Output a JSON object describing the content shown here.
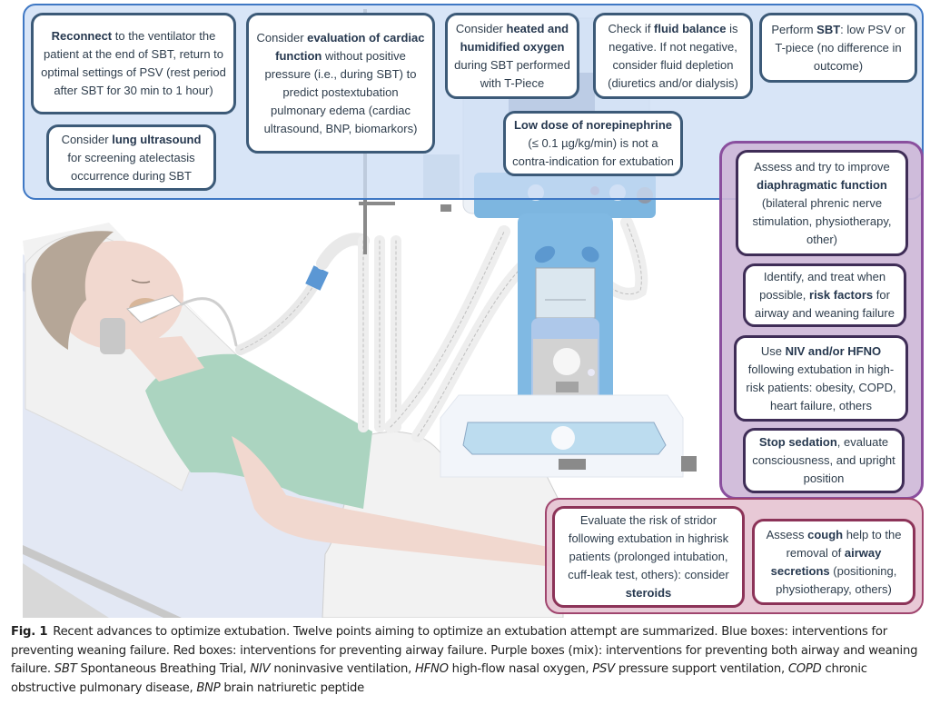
{
  "figure": {
    "groups": {
      "blue": {
        "meaning": "interventions for preventing weaning failure",
        "color": "#3f78c4"
      },
      "red": {
        "meaning": "interventions for preventing airway failure",
        "color": "#a0456e"
      },
      "purple": {
        "meaning": "interventions for preventing both airway and weaning failure",
        "color": "#8a4f9e"
      }
    },
    "boxes": {
      "reconnect": {
        "group": "blue",
        "parts": [
          [
            "b",
            "Reconnect"
          ],
          [
            "t",
            " to the ventilator the patient at the end of SBT, return to optimal settings of PSV (rest period after SBT for 30 min to 1 hour)"
          ]
        ]
      },
      "lung_ultrasound": {
        "group": "blue",
        "parts": [
          [
            "t",
            "Consider "
          ],
          [
            "b",
            "lung ultrasound"
          ],
          [
            "t",
            " for screening atelectasis occurrence during SBT"
          ]
        ]
      },
      "cardiac_function": {
        "group": "blue",
        "parts": [
          [
            "t",
            "Consider "
          ],
          [
            "b",
            "evaluation of cardiac function"
          ],
          [
            "t",
            " without positive pressure (i.e., during SBT) to predict postextubation pulmonary edema (cardiac ultrasound, BNP, biomarkors)"
          ]
        ]
      },
      "heated_oxygen": {
        "group": "blue",
        "parts": [
          [
            "t",
            "Consider "
          ],
          [
            "b",
            "heated and humidified oxygen"
          ],
          [
            "t",
            " during SBT performed with T-Piece"
          ]
        ]
      },
      "fluid_balance": {
        "group": "blue",
        "parts": [
          [
            "t",
            "Check if "
          ],
          [
            "b",
            "fluid balance"
          ],
          [
            "t",
            " is negative. If not negative, consider fluid depletion (diuretics and/or dialysis)"
          ]
        ]
      },
      "perform_sbt": {
        "group": "blue",
        "parts": [
          [
            "t",
            "Perform "
          ],
          [
            "b",
            "SBT"
          ],
          [
            "t",
            ": low PSV or T-piece (no difference in outcome)"
          ]
        ]
      },
      "norepinephrine": {
        "group": "blue",
        "parts": [
          [
            "b",
            "Low dose of norepinephrine"
          ],
          [
            "t",
            " (≤ 0.1 µg/kg/min) is not a contra-indication for extubation"
          ]
        ]
      },
      "diaphragm": {
        "group": "purple",
        "parts": [
          [
            "t",
            "Assess and try to improve "
          ],
          [
            "b",
            "diaphragmatic function"
          ],
          [
            "t",
            " (bilateral phrenic nerve stimulation, physiotherapy, other)"
          ]
        ]
      },
      "risk_factors": {
        "group": "purple",
        "parts": [
          [
            "t",
            "Identify, and treat when possible, "
          ],
          [
            "b",
            "risk factors"
          ],
          [
            "t",
            " for airway and weaning failure"
          ]
        ]
      },
      "niv_hfno": {
        "group": "purple",
        "parts": [
          [
            "t",
            "Use "
          ],
          [
            "b",
            "NIV and/or HFNO"
          ],
          [
            "t",
            " following extubation in high-risk patients: obesity, COPD, heart failure, others"
          ]
        ]
      },
      "sedation": {
        "group": "purple",
        "parts": [
          [
            "b",
            "Stop sedation"
          ],
          [
            "t",
            ", evaluate consciousness, and upright position"
          ]
        ]
      },
      "stridor": {
        "group": "red",
        "parts": [
          [
            "t",
            "Evaluate the risk of stridor following extubation in highrisk patients (prolonged intubation, cuff-leak test, others): consider "
          ],
          [
            "b",
            "steroids"
          ]
        ]
      },
      "cough": {
        "group": "red",
        "parts": [
          [
            "t",
            "Assess "
          ],
          [
            "b",
            "cough"
          ],
          [
            "t",
            " help to the removal of "
          ],
          [
            "b",
            "airway secretions"
          ],
          [
            "t",
            " (positioning, physiotherapy, others)"
          ]
        ]
      }
    }
  },
  "caption": {
    "label": "Fig. 1",
    "parts": [
      [
        "t",
        "Recent advances to optimize extubation. Twelve points aiming to optimize an extubation attempt are summarized. Blue boxes: interventions for preventing weaning failure. Red boxes: interventions for preventing airway failure. Purple boxes (mix): interventions for preventing both airway and weaning failure. "
      ],
      [
        "i",
        "SBT"
      ],
      [
        "t",
        " Spontaneous Breathing Trial, "
      ],
      [
        "i",
        "NIV"
      ],
      [
        "t",
        " noninvasive ventilation, "
      ],
      [
        "i",
        "HFNO"
      ],
      [
        "t",
        " high-flow nasal oxygen, "
      ],
      [
        "i",
        "PSV"
      ],
      [
        "t",
        " pressure support ventilation, "
      ],
      [
        "i",
        "COPD"
      ],
      [
        "t",
        " chronic obstructive pulmonary disease, "
      ],
      [
        "i",
        "BNP"
      ],
      [
        "t",
        " brain natriuretic peptide"
      ]
    ]
  }
}
